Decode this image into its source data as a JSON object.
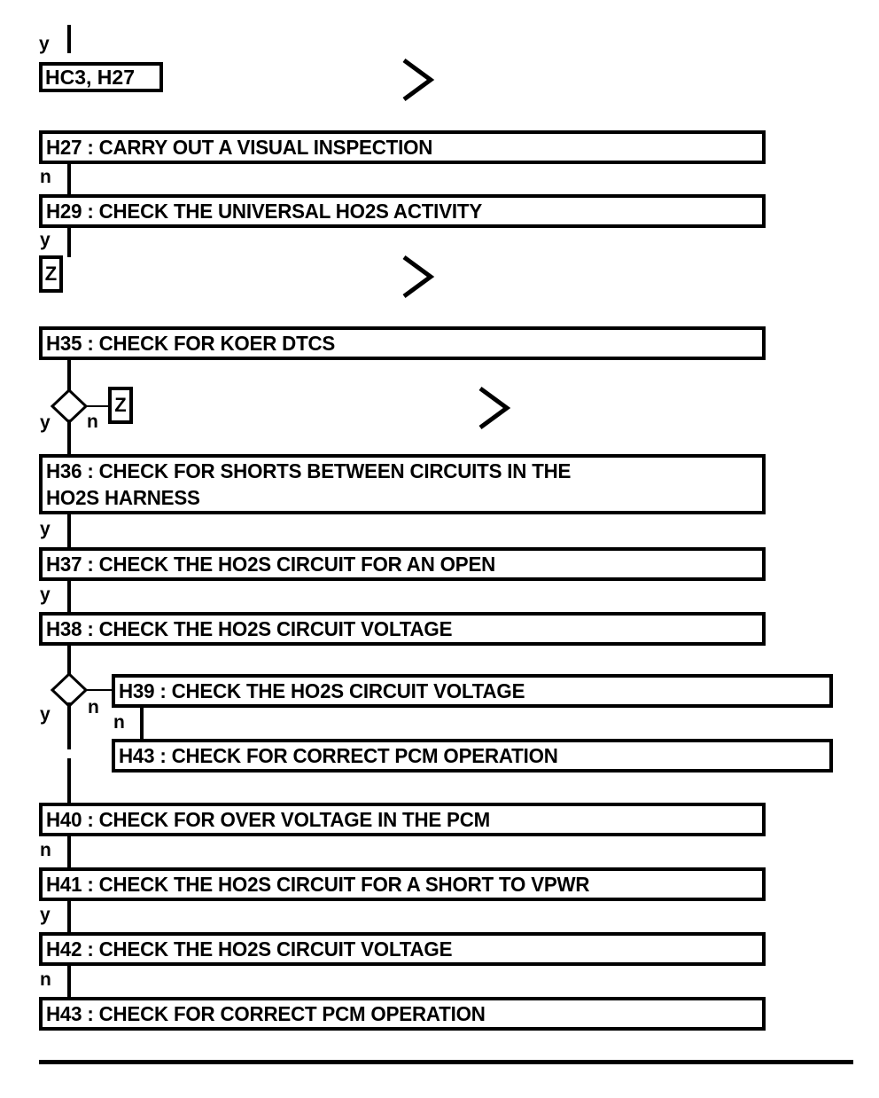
{
  "diagram": {
    "title": "HO2S diagnostic flowchart",
    "type": "flowchart",
    "ink_color": "#000000",
    "background_color": "#ffffff"
  },
  "connector_tags": [
    {
      "id": "tag-hc3-h27",
      "label": "HC3, H27"
    },
    {
      "id": "tag-z-h29",
      "label": "Z"
    },
    {
      "id": "tag-z-h35",
      "label": "Z"
    }
  ],
  "steps": [
    {
      "id": "h27",
      "label": "H27 : CARRY OUT A VISUAL INSPECTION"
    },
    {
      "id": "h29",
      "label": "H29 : CHECK THE UNIVERSAL HO2S ACTIVITY"
    },
    {
      "id": "h35",
      "label": "H35 : CHECK FOR KOER DTCS"
    },
    {
      "id": "h36",
      "label": "H36 : CHECK FOR SHORTS BETWEEN CIRCUITS IN THE\nHO2S HARNESS"
    },
    {
      "id": "h37",
      "label": "H37 : CHECK THE HO2S CIRCUIT FOR AN OPEN"
    },
    {
      "id": "h38",
      "label": "H38 : CHECK THE HO2S CIRCUIT VOLTAGE"
    },
    {
      "id": "h39",
      "label": "H39 : CHECK THE HO2S CIRCUIT VOLTAGE"
    },
    {
      "id": "h43b",
      "label": "H43 : CHECK FOR CORRECT PCM OPERATION"
    },
    {
      "id": "h40",
      "label": "H40 : CHECK FOR OVER VOLTAGE IN THE PCM"
    },
    {
      "id": "h41",
      "label": "H41 : CHECK THE HO2S CIRCUIT FOR A SHORT TO VPWR"
    },
    {
      "id": "h42",
      "label": "H42 : CHECK THE HO2S CIRCUIT VOLTAGE"
    },
    {
      "id": "h43",
      "label": "H43 : CHECK FOR CORRECT PCM OPERATION"
    }
  ],
  "branch_labels": [
    {
      "id": "branch-top-y",
      "label": "y"
    },
    {
      "id": "branch-h27-n",
      "label": "n"
    },
    {
      "id": "branch-h29-y",
      "label": "y"
    },
    {
      "id": "branch-h35-y",
      "label": "y"
    },
    {
      "id": "branch-h35-n",
      "label": "n"
    },
    {
      "id": "branch-h36-y",
      "label": "y"
    },
    {
      "id": "branch-h37-y",
      "label": "y"
    },
    {
      "id": "branch-h38-y",
      "label": "y"
    },
    {
      "id": "branch-h38-n",
      "label": "n"
    },
    {
      "id": "branch-h39-n",
      "label": "n"
    },
    {
      "id": "branch-h40-n",
      "label": "n"
    },
    {
      "id": "branch-h41-y",
      "label": "y"
    },
    {
      "id": "branch-h42-n",
      "label": "n"
    }
  ],
  "decisions": [
    {
      "id": "decision-h35",
      "yes": "y",
      "no": "n"
    },
    {
      "id": "decision-h38",
      "yes": "y",
      "no": "n"
    }
  ],
  "chevrons": [
    {
      "id": "chevron-1",
      "glyph": ">"
    },
    {
      "id": "chevron-2",
      "glyph": ">"
    },
    {
      "id": "chevron-3",
      "glyph": ">"
    }
  ]
}
